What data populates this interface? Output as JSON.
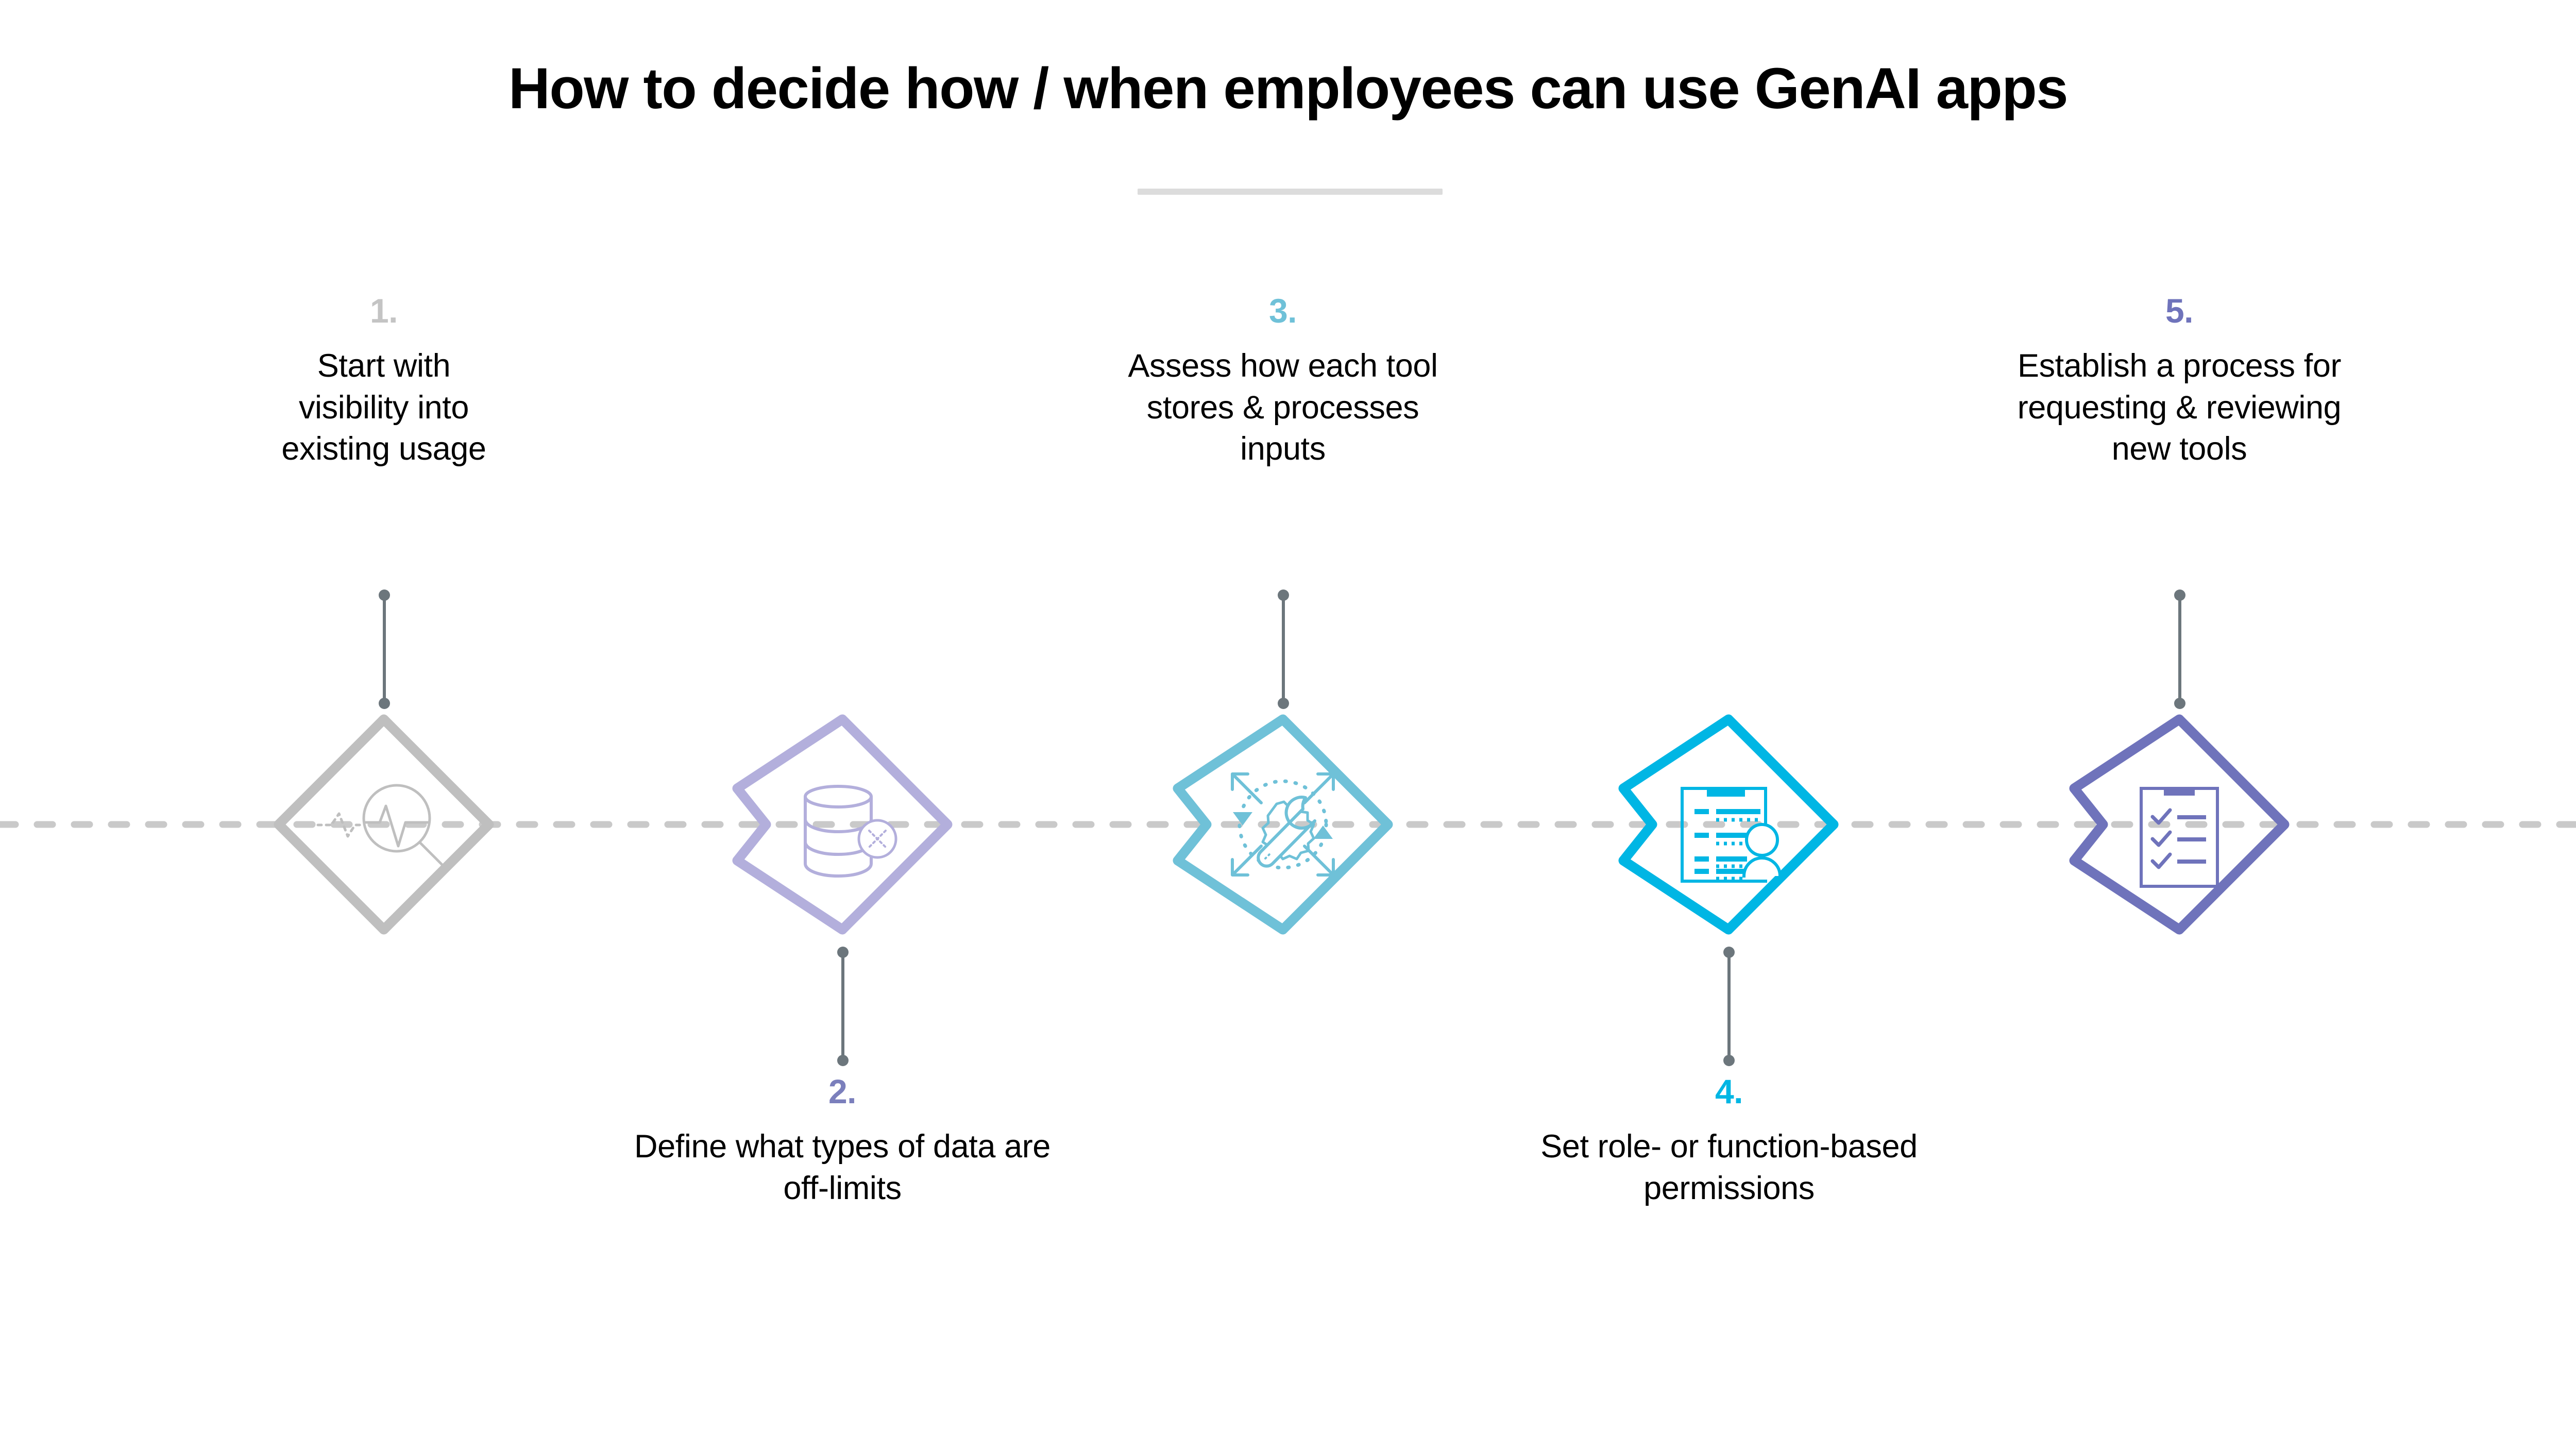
{
  "title": "How to decide how / when employees can use GenAI apps",
  "divider": {
    "color": "#dcdcdc"
  },
  "rail": {
    "color": "#c9c9c9",
    "style": "dashed"
  },
  "connector": {
    "color": "#6c767c",
    "end_marker": "dot"
  },
  "steps": [
    {
      "number": "1.",
      "number_color": "#c4c4c4",
      "accent": "#bfbfbf",
      "icon": "magnifier-pulse-icon",
      "icon_label": "magnifying glass over activity waveform",
      "position": "above",
      "notched": false,
      "lines": [
        "Start with",
        "visibility into",
        "existing usage"
      ]
    },
    {
      "number": "2.",
      "number_color": "#7b7fbc",
      "accent": "#b3afdc",
      "icon": "database-blocked-icon",
      "icon_label": "database cylinder with restricted badge",
      "position": "below",
      "notched": true,
      "lines": [
        "Define what types of data are",
        "off-limits"
      ]
    },
    {
      "number": "3.",
      "number_color": "#6fc1d8",
      "accent": "#6fc1d8",
      "icon": "wrench-gear-scope-icon",
      "icon_label": "wrench and gear inside dotted scope with expand arrows",
      "position": "above",
      "notched": true,
      "lines": [
        "Assess how each tool",
        "stores & processes",
        "inputs"
      ]
    },
    {
      "number": "4.",
      "number_color": "#00b6e4",
      "accent": "#00b6e4",
      "icon": "permissions-user-icon",
      "icon_label": "document with list rows and user silhouette",
      "position": "below",
      "notched": true,
      "lines": [
        "Set role- or function-based",
        "permissions"
      ]
    },
    {
      "number": "5.",
      "number_color": "#6f73bb",
      "accent": "#6f73bb",
      "icon": "checklist-clipboard-icon",
      "icon_label": "clipboard with three checked items",
      "position": "above",
      "notched": false,
      "lines": [
        "Establish a process for",
        "requesting & reviewing",
        "new tools"
      ]
    }
  ]
}
